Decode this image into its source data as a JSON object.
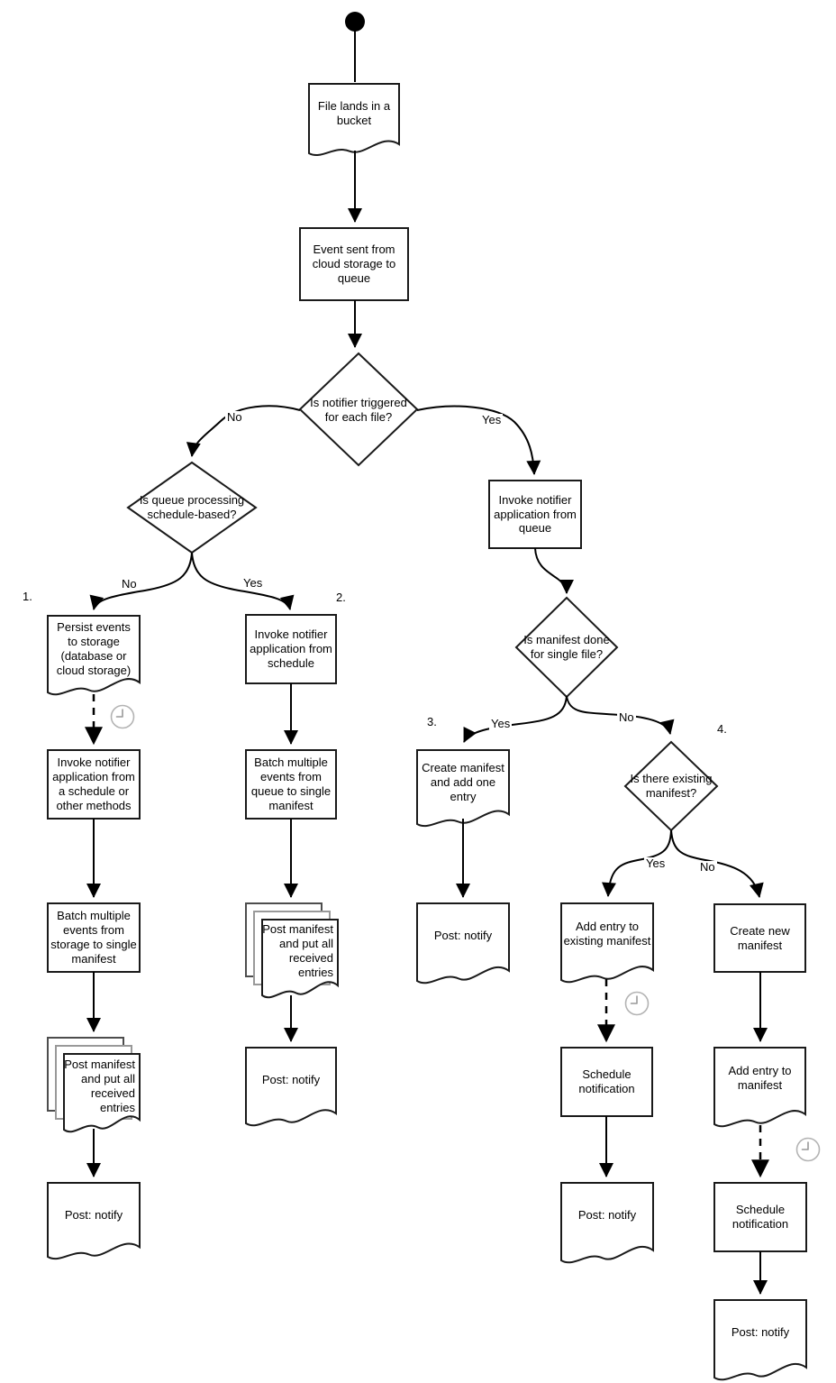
{
  "diagram": {
    "nodes": {
      "file_lands": {
        "label": "File lands in a bucket"
      },
      "event_sent": {
        "label": "Event sent from cloud storage to queue"
      },
      "notifier_triggered": {
        "label": "Is notifier triggered for each file?"
      },
      "queue_schedule": {
        "label": "Is queue processing schedule-based?"
      },
      "invoke_queue": {
        "label": "Invoke notifier application from queue"
      },
      "manifest_done": {
        "label": "Is manifest done for single file?"
      },
      "persist_events": {
        "label": "Persist events to storage (database or cloud storage)"
      },
      "invoke_schedule_other": {
        "label": "Invoke notifier application from a schedule or other methods"
      },
      "batch_storage": {
        "label": "Batch multiple events from storage to single manifest"
      },
      "post_manifest_1": {
        "label": "Post manifest and put all received entries"
      },
      "post_notify_1": {
        "label": "Post: notify"
      },
      "invoke_schedule": {
        "label": "Invoke notifier application from schedule"
      },
      "batch_queue": {
        "label": "Batch multiple events from queue to single manifest"
      },
      "post_manifest_2": {
        "label": "Post manifest and put all received entries"
      },
      "post_notify_2": {
        "label": "Post: notify"
      },
      "create_manifest": {
        "label": "Create manifest and add one entry"
      },
      "post_notify_3": {
        "label": "Post: notify"
      },
      "existing_manifest": {
        "label": "Is there existing manifest?"
      },
      "add_entry_existing": {
        "label": "Add entry to existing manifest"
      },
      "schedule_notification_1": {
        "label": "Schedule notification"
      },
      "post_notify_4": {
        "label": "Post: notify"
      },
      "create_new_manifest": {
        "label": "Create new manifest"
      },
      "add_entry_manifest": {
        "label": "Add entry to manifest"
      },
      "schedule_notification_2": {
        "label": "Schedule notification"
      },
      "post_notify_5": {
        "label": "Post: notify"
      }
    },
    "edge_labels": {
      "no_1": "No",
      "yes_1": "Yes",
      "no_2": "No",
      "yes_2": "Yes",
      "yes_3": "Yes",
      "no_3": "No",
      "yes_4": "Yes",
      "no_4": "No",
      "num_1": "1.",
      "num_2": "2.",
      "num_3": "3.",
      "num_4": "4."
    },
    "icons": {
      "clock": "clock-icon",
      "start": "start-node"
    },
    "colors": {
      "stroke": "#1a1a1a",
      "fill": "#ffffff",
      "clock_stroke": "#b3b3b3",
      "text": "#000000"
    }
  }
}
